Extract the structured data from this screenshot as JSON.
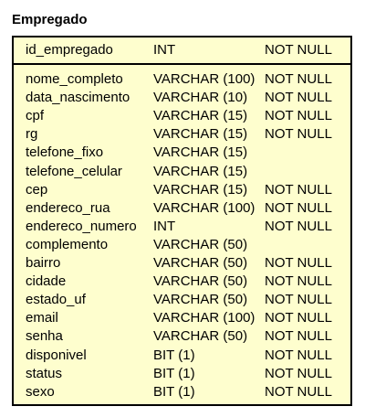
{
  "entity": {
    "title": "Empregado",
    "primary_key": {
      "name": "id_empregado",
      "type": "INT",
      "constraint": "NOT NULL"
    },
    "fields": [
      {
        "name": "nome_completo",
        "type": "VARCHAR (100)",
        "constraint": "NOT NULL"
      },
      {
        "name": "data_nascimento",
        "type": "VARCHAR (10)",
        "constraint": "NOT NULL"
      },
      {
        "name": "cpf",
        "type": "VARCHAR (15)",
        "constraint": "NOT NULL"
      },
      {
        "name": "rg",
        "type": "VARCHAR (15)",
        "constraint": "NOT NULL"
      },
      {
        "name": "telefone_fixo",
        "type": "VARCHAR (15)",
        "constraint": ""
      },
      {
        "name": "telefone_celular",
        "type": "VARCHAR (15)",
        "constraint": ""
      },
      {
        "name": "cep",
        "type": "VARCHAR (15)",
        "constraint": "NOT NULL"
      },
      {
        "name": "endereco_rua",
        "type": "VARCHAR (100)",
        "constraint": "NOT NULL"
      },
      {
        "name": "endereco_numero",
        "type": "INT",
        "constraint": "NOT NULL"
      },
      {
        "name": "complemento",
        "type": "VARCHAR (50)",
        "constraint": ""
      },
      {
        "name": "bairro",
        "type": "VARCHAR (50)",
        "constraint": "NOT NULL"
      },
      {
        "name": "cidade",
        "type": "VARCHAR (50)",
        "constraint": "NOT NULL"
      },
      {
        "name": "estado_uf",
        "type": "VARCHAR (50)",
        "constraint": "NOT NULL"
      },
      {
        "name": "email",
        "type": "VARCHAR (100)",
        "constraint": "NOT NULL"
      },
      {
        "name": "senha",
        "type": "VARCHAR (50)",
        "constraint": "NOT NULL"
      },
      {
        "name": "disponivel",
        "type": "BIT (1)",
        "constraint": "NOT NULL"
      },
      {
        "name": "status",
        "type": "BIT (1)",
        "constraint": "NOT NULL"
      },
      {
        "name": "sexo",
        "type": "BIT (1)",
        "constraint": "NOT NULL"
      }
    ],
    "colors": {
      "box_fill": "#fefece",
      "border": "#000000",
      "text": "#000000"
    }
  }
}
